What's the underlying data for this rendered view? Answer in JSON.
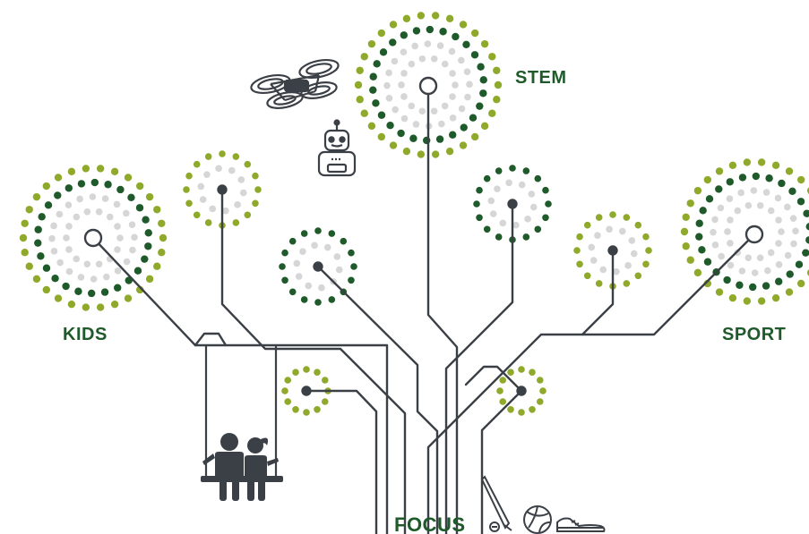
{
  "labels": {
    "stem": "STEM",
    "kids": "KIDS",
    "sport": "SPORT",
    "focus": "FOCUS"
  },
  "colors": {
    "line": "#3b4047",
    "dark_green": "#1f5a2a",
    "lime": "#8fa92a",
    "light_gray": "#d6d6d6",
    "label": "#1f5a2a",
    "icon": "#3b4047"
  },
  "icons": [
    "drone-icon",
    "robot-icon",
    "children-on-swing-icon",
    "baseball-bat-icon",
    "volleyball-icon",
    "sneaker-icon"
  ]
}
